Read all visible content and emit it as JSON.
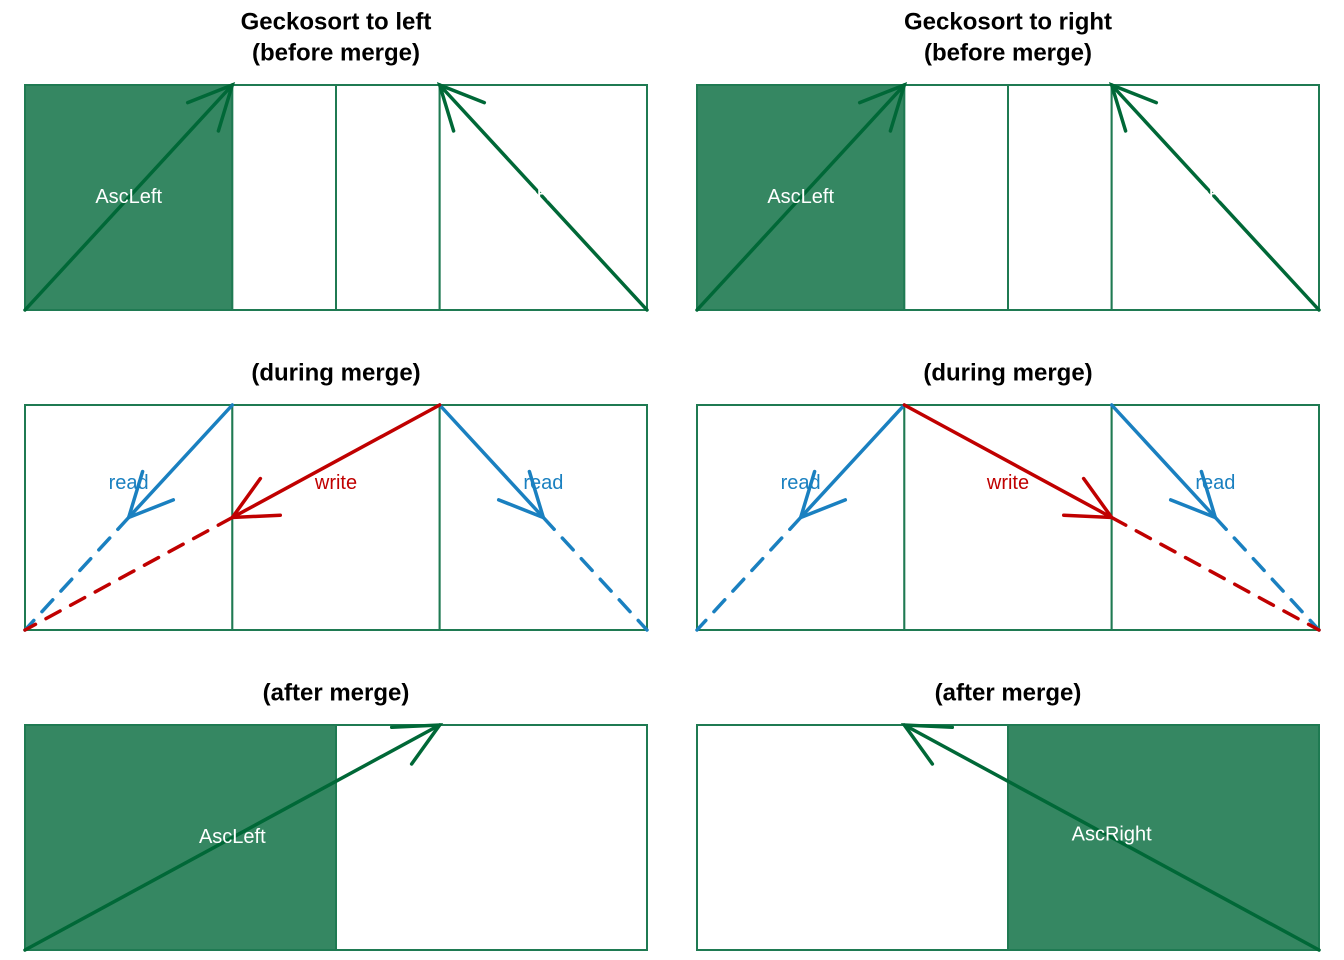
{
  "colors": {
    "segment_fill": "#358762",
    "segment_border": "#1f7a52",
    "run_arrow": "#006837",
    "read_arrow": "#1a80c0",
    "write_arrow": "#c00000",
    "label_on_fill": "#ffffff"
  },
  "panels": [
    {
      "title_lines": [
        "Geckosort to left",
        "(before merge)"
      ],
      "filled": [
        0,
        3
      ],
      "solid_arrows": [
        {
          "kind": "run",
          "from": [
            0,
            1
          ],
          "to": [
            2,
            0
          ]
        },
        {
          "kind": "run",
          "from": [
            6,
            1
          ],
          "to": [
            4,
            0
          ]
        }
      ],
      "dashed_lines": [],
      "labels": [
        {
          "text": "AscLeft",
          "at": [
            1,
            0.5
          ],
          "kind": "on_fill"
        },
        {
          "text": "AscRight",
          "at": [
            5,
            0.49
          ],
          "kind": "on_fill"
        }
      ]
    },
    {
      "title_lines": [
        "Geckosort to right",
        "(before merge)"
      ],
      "filled": [
        0,
        3
      ],
      "solid_arrows": [
        {
          "kind": "run",
          "from": [
            0,
            1
          ],
          "to": [
            2,
            0
          ]
        },
        {
          "kind": "run",
          "from": [
            6,
            1
          ],
          "to": [
            4,
            0
          ]
        }
      ],
      "dashed_lines": [],
      "labels": [
        {
          "text": "AscLeft",
          "at": [
            1,
            0.5
          ],
          "kind": "on_fill"
        },
        {
          "text": "AscRight",
          "at": [
            5,
            0.49
          ],
          "kind": "on_fill"
        }
      ]
    },
    {
      "title_lines": [
        "(during merge)"
      ],
      "filled": [],
      "solid_arrows": [
        {
          "kind": "read",
          "from": [
            2,
            0
          ],
          "to": [
            1,
            0.5
          ]
        },
        {
          "kind": "read",
          "from": [
            4,
            0
          ],
          "to": [
            5,
            0.5
          ]
        },
        {
          "kind": "write",
          "from": [
            4,
            0
          ],
          "to": [
            2,
            0.5
          ]
        }
      ],
      "dashed_lines": [
        {
          "kind": "read",
          "from": [
            1,
            0.5
          ],
          "to": [
            0,
            1
          ]
        },
        {
          "kind": "read",
          "from": [
            5,
            0.5
          ],
          "to": [
            6,
            1
          ]
        },
        {
          "kind": "write",
          "from": [
            2,
            0.5
          ],
          "to": [
            0,
            1
          ]
        }
      ],
      "labels": [
        {
          "text": "read",
          "at": [
            1,
            0.35
          ],
          "kind": "read"
        },
        {
          "text": "read",
          "at": [
            5,
            0.35
          ],
          "kind": "read"
        },
        {
          "text": "write",
          "at": [
            3,
            0.35
          ],
          "kind": "write"
        }
      ]
    },
    {
      "title_lines": [
        "(during merge)"
      ],
      "filled": [],
      "solid_arrows": [
        {
          "kind": "read",
          "from": [
            2,
            0
          ],
          "to": [
            1,
            0.5
          ]
        },
        {
          "kind": "read",
          "from": [
            4,
            0
          ],
          "to": [
            5,
            0.5
          ]
        },
        {
          "kind": "write",
          "from": [
            2,
            0
          ],
          "to": [
            4,
            0.5
          ]
        }
      ],
      "dashed_lines": [
        {
          "kind": "read",
          "from": [
            1,
            0.5
          ],
          "to": [
            0,
            1
          ]
        },
        {
          "kind": "read",
          "from": [
            5,
            0.5
          ],
          "to": [
            6,
            1
          ]
        },
        {
          "kind": "write",
          "from": [
            4,
            0.5
          ],
          "to": [
            6,
            1
          ]
        }
      ],
      "labels": [
        {
          "text": "read",
          "at": [
            1,
            0.35
          ],
          "kind": "read"
        },
        {
          "text": "read",
          "at": [
            5,
            0.35
          ],
          "kind": "read"
        },
        {
          "text": "write",
          "at": [
            3,
            0.35
          ],
          "kind": "write"
        }
      ]
    },
    {
      "title_lines": [
        "(after merge)"
      ],
      "filled": [
        0
      ],
      "solid_arrows": [
        {
          "kind": "run",
          "from": [
            0,
            1
          ],
          "to": [
            4,
            0
          ]
        }
      ],
      "dashed_lines": [],
      "labels": [
        {
          "text": "AscLeft",
          "at": [
            2,
            0.5
          ],
          "kind": "on_fill"
        }
      ]
    },
    {
      "title_lines": [
        "(after merge)"
      ],
      "filled": [
        1
      ],
      "solid_arrows": [
        {
          "kind": "run",
          "from": [
            6,
            1
          ],
          "to": [
            2,
            0
          ]
        }
      ],
      "dashed_lines": [],
      "labels": [
        {
          "text": "AscRight",
          "at": [
            4,
            0.49
          ],
          "kind": "on_fill"
        }
      ]
    }
  ]
}
